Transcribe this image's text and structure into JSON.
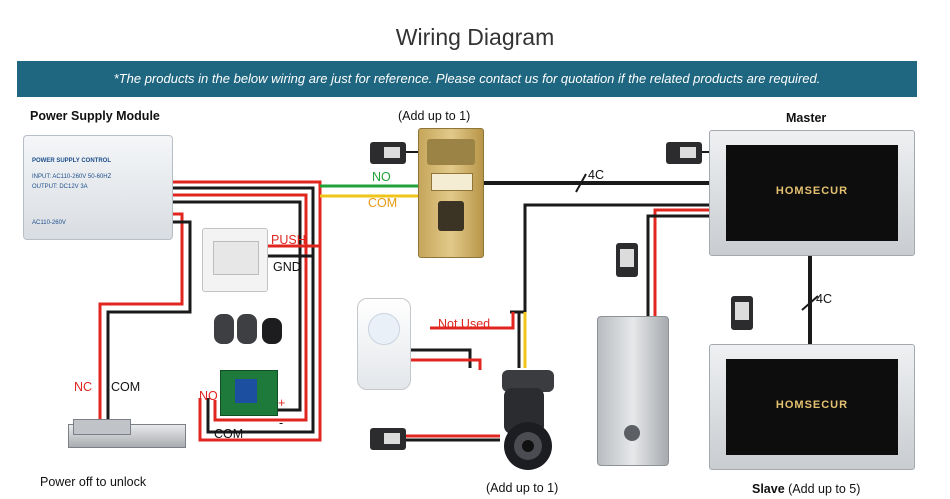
{
  "header": {
    "title": "Wiring Diagram",
    "notice": "*The products in the below wiring are just for reference. Please contact us for quotation if the related products are required."
  },
  "labels": {
    "power_supply": "Power Supply Module",
    "door_station": "(Add up to 1)",
    "master": "Master",
    "slave_bold": "Slave",
    "slave_rest": " (Add up to 5)",
    "camera": "(Add up to 1)",
    "unlock": "Power off to unlock",
    "no_top": "NO",
    "com_top": "COM",
    "cable_4c_top": "4C",
    "cable_4c_right": "4C",
    "push": "PUSH",
    "gnd": "GND",
    "not_used": "Not Used",
    "nc": "NC",
    "com_left": "COM",
    "no_relay": "NO",
    "com_relay": "COM",
    "plus": "+",
    "minus": "-"
  },
  "devices": {
    "brand": "HOMSECUR",
    "psu_title": "POWER SUPPLY CONTROL",
    "psu_input": "INPUT: AC110-260V 50-60HZ",
    "psu_output": "OUTPUT: DC12V  3A",
    "psu_model": "AC110-260V"
  },
  "colors": {
    "banner": "#1f6681",
    "wire_red": "#e0261f",
    "wire_black": "#1a1a1a",
    "wire_yellow": "#f0c419"
  }
}
